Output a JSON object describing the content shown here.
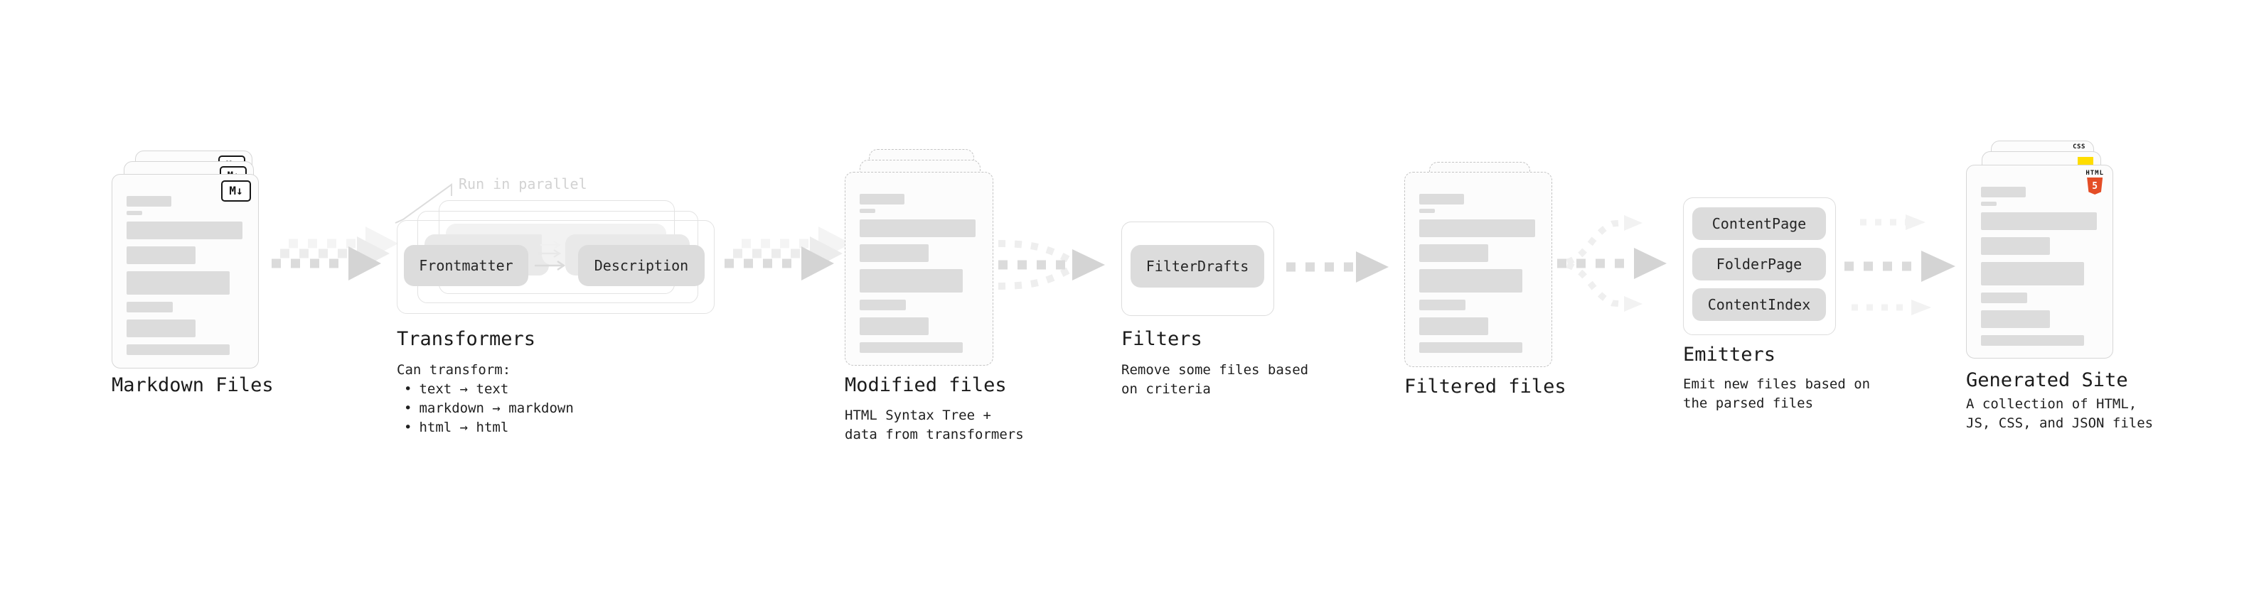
{
  "stages": {
    "markdown_files": {
      "title": "Markdown Files"
    },
    "transformers": {
      "title": "Transformers",
      "callout": "Run in parallel",
      "node_a": "Frontmatter",
      "node_b": "Description",
      "desc_heading": "Can transform:",
      "bullets": [
        "text → text",
        "markdown → markdown",
        "html → html"
      ]
    },
    "modified_files": {
      "title": "Modified files",
      "desc": "HTML Syntax Tree +\ndata from transformers"
    },
    "filters": {
      "title": "Filters",
      "node": "FilterDrafts",
      "desc": "Remove some files based\non criteria"
    },
    "filtered_files": {
      "title": "Filtered files"
    },
    "emitters": {
      "title": "Emitters",
      "nodes": [
        "ContentPage",
        "FolderPage",
        "ContentIndex"
      ],
      "desc": "Emit new files based on\nthe parsed files"
    },
    "generated_site": {
      "title": "Generated Site",
      "desc": "A collection of HTML,\nJS, CSS, and JSON files"
    }
  },
  "icons": {
    "markdown_badge": "M↓",
    "html5_label": "HTML",
    "html5_number": "5",
    "css_label": "CSS"
  },
  "colors": {
    "arrow": "#dbdbdb",
    "arrow_mid": "#ececec",
    "arrow_light": "#f2f2f2",
    "skeleton": "#dcdcdc",
    "node_fill": "#dcdcdc",
    "html5_orange": "#e44d26",
    "js_yellow": "#ffdd00",
    "css_blue": "#2b6bf3"
  }
}
